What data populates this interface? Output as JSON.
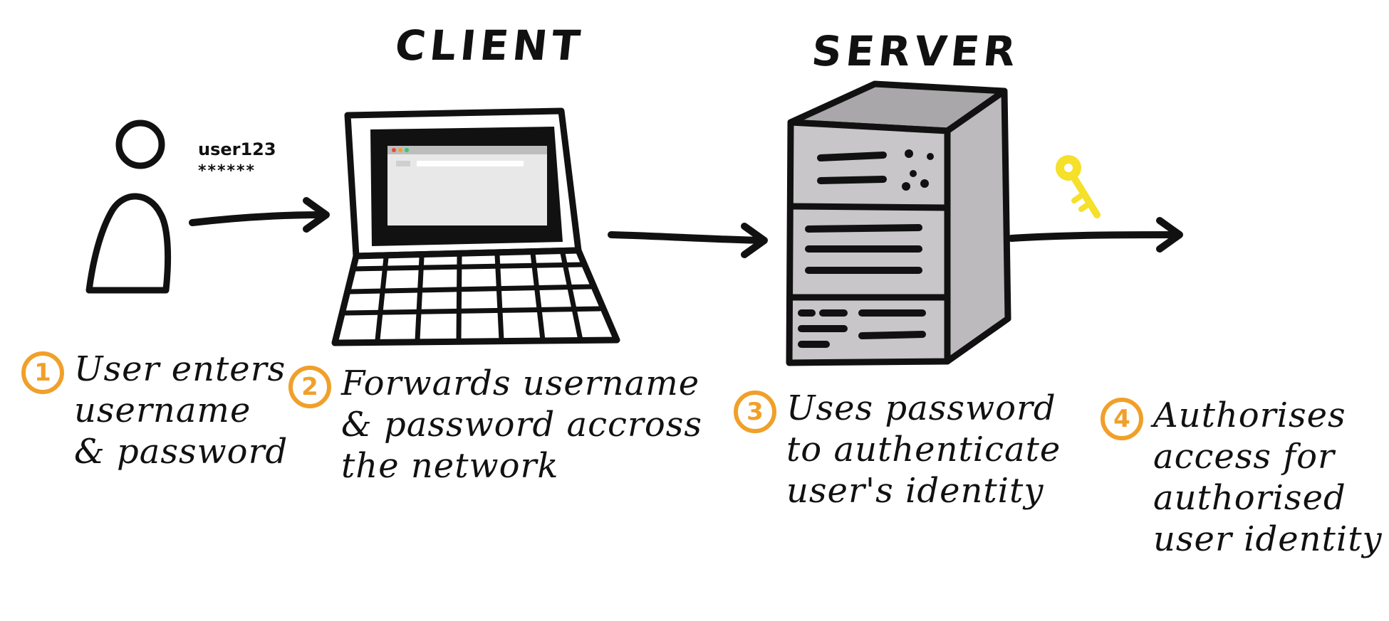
{
  "headings": {
    "client": "CLIENT",
    "server": "SERVER"
  },
  "credentials": {
    "username": "user123",
    "password": "******"
  },
  "colors": {
    "accent": "#f0a02a",
    "key": "#f5e02a",
    "server_fill": "#c8c6c8",
    "screen_fill": "#e8e8e8"
  },
  "steps": [
    {
      "number": "1",
      "text": "User enters\nusername\n& password"
    },
    {
      "number": "2",
      "text": "Forwards username\n& password accross\nthe network"
    },
    {
      "number": "3",
      "text": "Uses password\nto authenticate\nuser's identity"
    },
    {
      "number": "4",
      "text": "Authorises\naccess for\nauthorised\nuser identity"
    }
  ]
}
